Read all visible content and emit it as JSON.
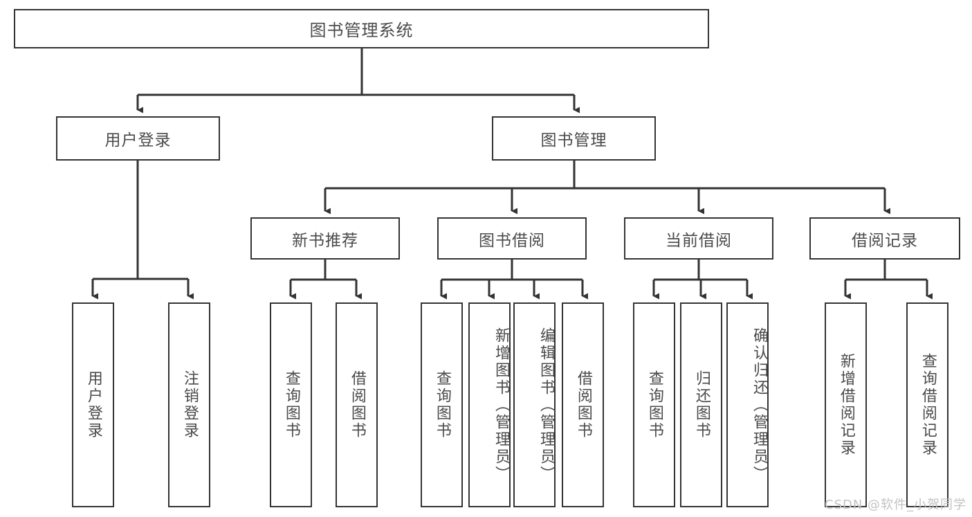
{
  "diagram": {
    "title": "图书管理系统",
    "watermark": "CSDN @软件_小贺同学",
    "stroke_color": "#333333",
    "text_color": "#4a4a4a",
    "background_color": "#ffffff",
    "type": "tree-hierarchy-diagram",
    "root": {
      "label": "图书管理系统"
    },
    "level2": [
      {
        "label": "用户登录"
      },
      {
        "label": "图书管理"
      }
    ],
    "level3": [
      {
        "label": "新书推荐"
      },
      {
        "label": "图书借阅"
      },
      {
        "label": "当前借阅"
      },
      {
        "label": "借阅记录"
      }
    ],
    "leaves": {
      "user_login": [
        {
          "label": "用户登录"
        },
        {
          "label": "注销登录"
        }
      ],
      "new_book": [
        {
          "label": "查询图书"
        },
        {
          "label": "借阅图书"
        }
      ],
      "book_borrow": [
        {
          "label": "查询图书"
        },
        {
          "label": "新增图书（管理员）"
        },
        {
          "label": "编辑图书（管理员）"
        },
        {
          "label": "借阅图书"
        }
      ],
      "current_borrow": [
        {
          "label": "查询图书"
        },
        {
          "label": "归还图书"
        },
        {
          "label": "确认归还（管理员）"
        }
      ],
      "borrow_record": [
        {
          "label": "新增借阅记录"
        },
        {
          "label": "查询借阅记录"
        }
      ]
    }
  }
}
